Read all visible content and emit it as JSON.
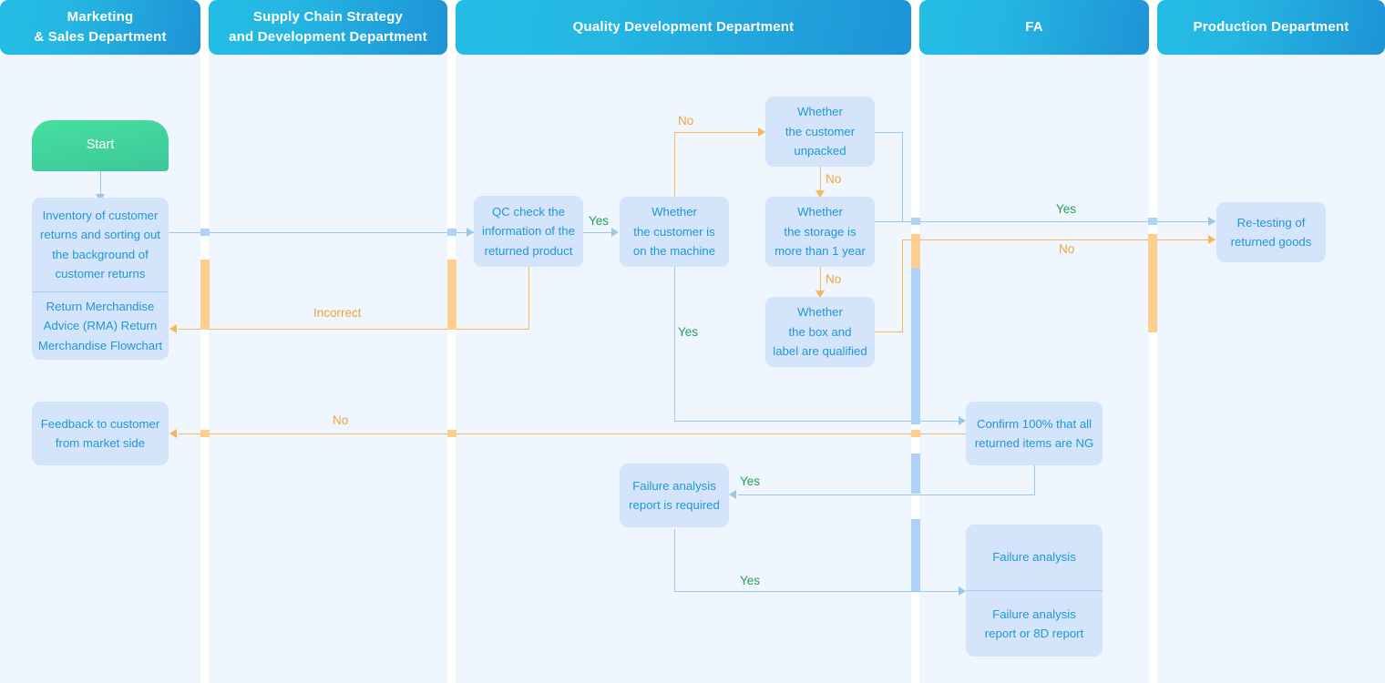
{
  "diagram": {
    "title": "Return Merchandise Advice (RMA) Return Merchandise Flowchart",
    "type": "cross-functional-swimlane-flowchart",
    "colors": {
      "lane_header_start": "#23BDE4",
      "lane_header_end": "#1E93D6",
      "lane_background": "#EFF6FD",
      "node_fill": "#D4E4FB",
      "node_text": "#2196D8",
      "start_node_fill": "#46DFA0",
      "yes_label": "#22A05A",
      "no_label": "#F0A33B",
      "connector_blue": "#9CC7EA",
      "connector_orange": "#F7B55E",
      "bridge_blue": "#AED2FB",
      "bridge_orange": "#FDCE8E"
    }
  },
  "lanes": [
    {
      "id": "marketing",
      "label": "Marketing\n& Sales Department"
    },
    {
      "id": "supplychain",
      "label": "Supply Chain Strategy\nand Development Department"
    },
    {
      "id": "quality",
      "label": "Quality Development Department"
    },
    {
      "id": "fa",
      "label": "FA"
    },
    {
      "id": "production",
      "label": "Production Department"
    }
  ],
  "lane_labels": {
    "marketing_l1": "Marketing",
    "marketing_l2": "& Sales Department",
    "supplychain_l1": "Supply Chain Strategy",
    "supplychain_l2": "and Development Department",
    "quality": "Quality Development Department",
    "fa": "FA",
    "production": "Production Department"
  },
  "nodes": {
    "start": {
      "label": "Start",
      "lane": "marketing",
      "shape": "terminator"
    },
    "inventory": {
      "l1": "Inventory of customer",
      "l2": "returns and sorting out",
      "l3": "the background of",
      "l4": "customer returns",
      "lane": "marketing"
    },
    "rma": {
      "l1": "Return Merchandise",
      "l2": "Advice (RMA) Return",
      "l3": "Merchandise Flowchart",
      "lane": "marketing"
    },
    "feedback": {
      "l1": "Feedback to customer",
      "l2": "from market side",
      "lane": "marketing"
    },
    "qc_check": {
      "l1": "QC check the",
      "l2": "information of the",
      "l3": "returned product",
      "lane": "quality"
    },
    "on_machine": {
      "l1": "Whether",
      "l2": "the customer is",
      "l3": "on the machine",
      "lane": "quality"
    },
    "unpacked": {
      "l1": "Whether",
      "l2": "the customer",
      "l3": "unpacked",
      "lane": "quality"
    },
    "storage": {
      "l1": "Whether",
      "l2": "the storage is",
      "l3": "more than 1 year",
      "lane": "quality"
    },
    "box_label": {
      "l1": "Whether",
      "l2": "the box and",
      "l3": "label are qualified",
      "lane": "quality"
    },
    "fa_report_required": {
      "l1": "Failure analysis",
      "l2": "report is required",
      "lane": "quality"
    },
    "confirm_ng": {
      "l1": "Confirm 100% that all",
      "l2": "returned items are NG",
      "lane": "fa"
    },
    "failure_analysis": {
      "top": "Failure analysis",
      "bottom_l1": "Failure analysis",
      "bottom_l2": "report or 8D report",
      "lane": "fa"
    },
    "retesting": {
      "l1": "Re-testing of",
      "l2": "returned goods",
      "lane": "production"
    }
  },
  "edge_labels": [
    {
      "id": "e1",
      "text": "Yes",
      "kind": "yes"
    },
    {
      "id": "e2",
      "text": "No",
      "kind": "no"
    },
    {
      "id": "e3",
      "text": "No",
      "kind": "no"
    },
    {
      "id": "e4",
      "text": "No",
      "kind": "no"
    },
    {
      "id": "e5",
      "text": "Yes",
      "kind": "yes"
    },
    {
      "id": "e6",
      "text": "Incorrect",
      "kind": "no"
    },
    {
      "id": "e7",
      "text": "Yes",
      "kind": "yes"
    },
    {
      "id": "e8",
      "text": "No",
      "kind": "no"
    },
    {
      "id": "e9",
      "text": "No",
      "kind": "no"
    },
    {
      "id": "e10",
      "text": "Yes",
      "kind": "yes"
    },
    {
      "id": "e11",
      "text": "Yes",
      "kind": "yes"
    }
  ],
  "edge_label_text": {
    "qc_yes": "Yes",
    "unpacked_no_in": "No",
    "unpacked_no_down": "No",
    "storage_no_down": "No",
    "on_machine_yes": "Yes",
    "qc_incorrect": "Incorrect",
    "retest_yes": "Yes",
    "retest_no": "No",
    "feedback_no": "No",
    "fa_report_yes": "Yes",
    "fa_analysis_yes": "Yes"
  }
}
